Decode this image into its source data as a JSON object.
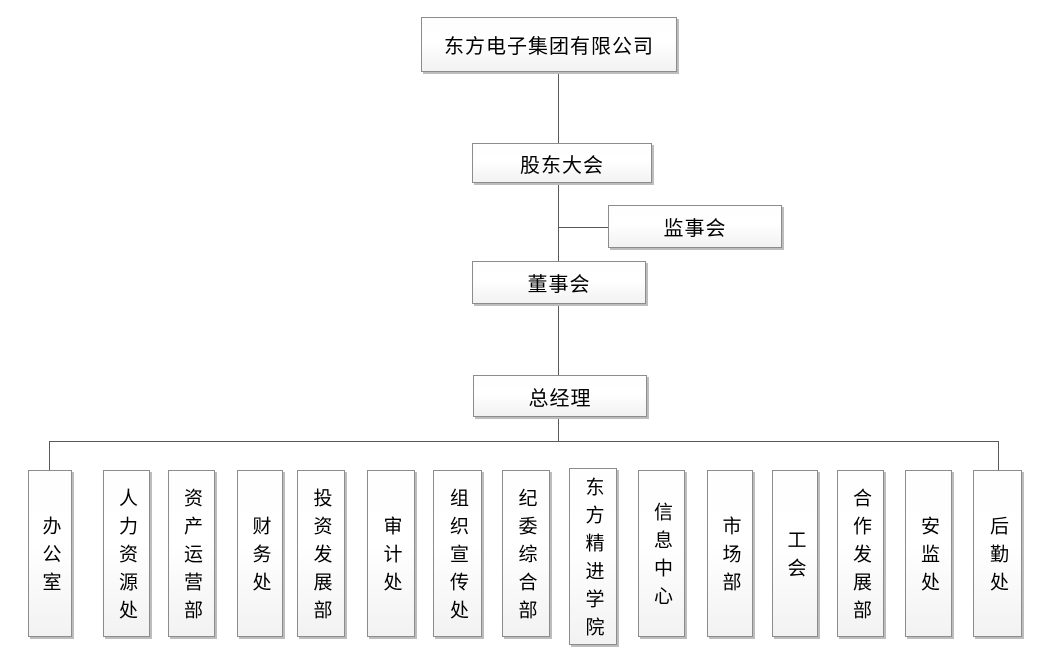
{
  "org": {
    "company": {
      "label": "东方电子集团有限公司"
    },
    "shareholders": {
      "label": "股东大会"
    },
    "supervisory": {
      "label": "监事会"
    },
    "board": {
      "label": "董事会"
    },
    "gm": {
      "label": "总经理"
    },
    "departments": [
      {
        "label": "办公室"
      },
      {
        "label": "人力资源处"
      },
      {
        "label": "资产运营部"
      },
      {
        "label": "财务处"
      },
      {
        "label": "投资发展部"
      },
      {
        "label": "审计处"
      },
      {
        "label": "组织宣传处"
      },
      {
        "label": "纪委综合部"
      },
      {
        "label": "东方精进学院"
      },
      {
        "label": "信息中心"
      },
      {
        "label": "市场部"
      },
      {
        "label": "工会"
      },
      {
        "label": "合作发展部"
      },
      {
        "label": "安监处"
      },
      {
        "label": "后勤处"
      }
    ]
  },
  "colors": {
    "line": "#595959",
    "box_border": "#8c8c8c",
    "box_shadow": "#bdbdbd",
    "text": "#000000",
    "background": "#ffffff"
  }
}
